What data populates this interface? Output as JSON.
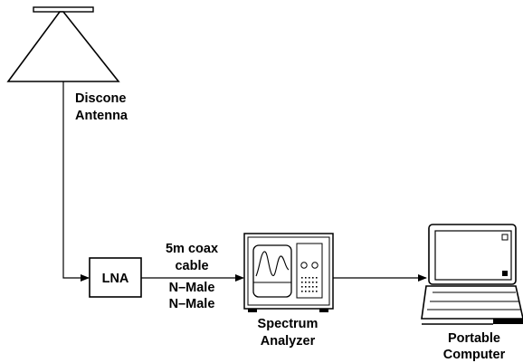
{
  "antenna": {
    "label_line1": "Discone",
    "label_line2": "Antenna"
  },
  "lna": {
    "label": "LNA"
  },
  "cable": {
    "line1": "5m coax",
    "line2": "cable",
    "line3": "N–Male",
    "line4": "N–Male"
  },
  "analyzer": {
    "label_line1": "Spectrum",
    "label_line2": "Analyzer"
  },
  "computer": {
    "label_line1": "Portable",
    "label_line2": "Computer"
  }
}
